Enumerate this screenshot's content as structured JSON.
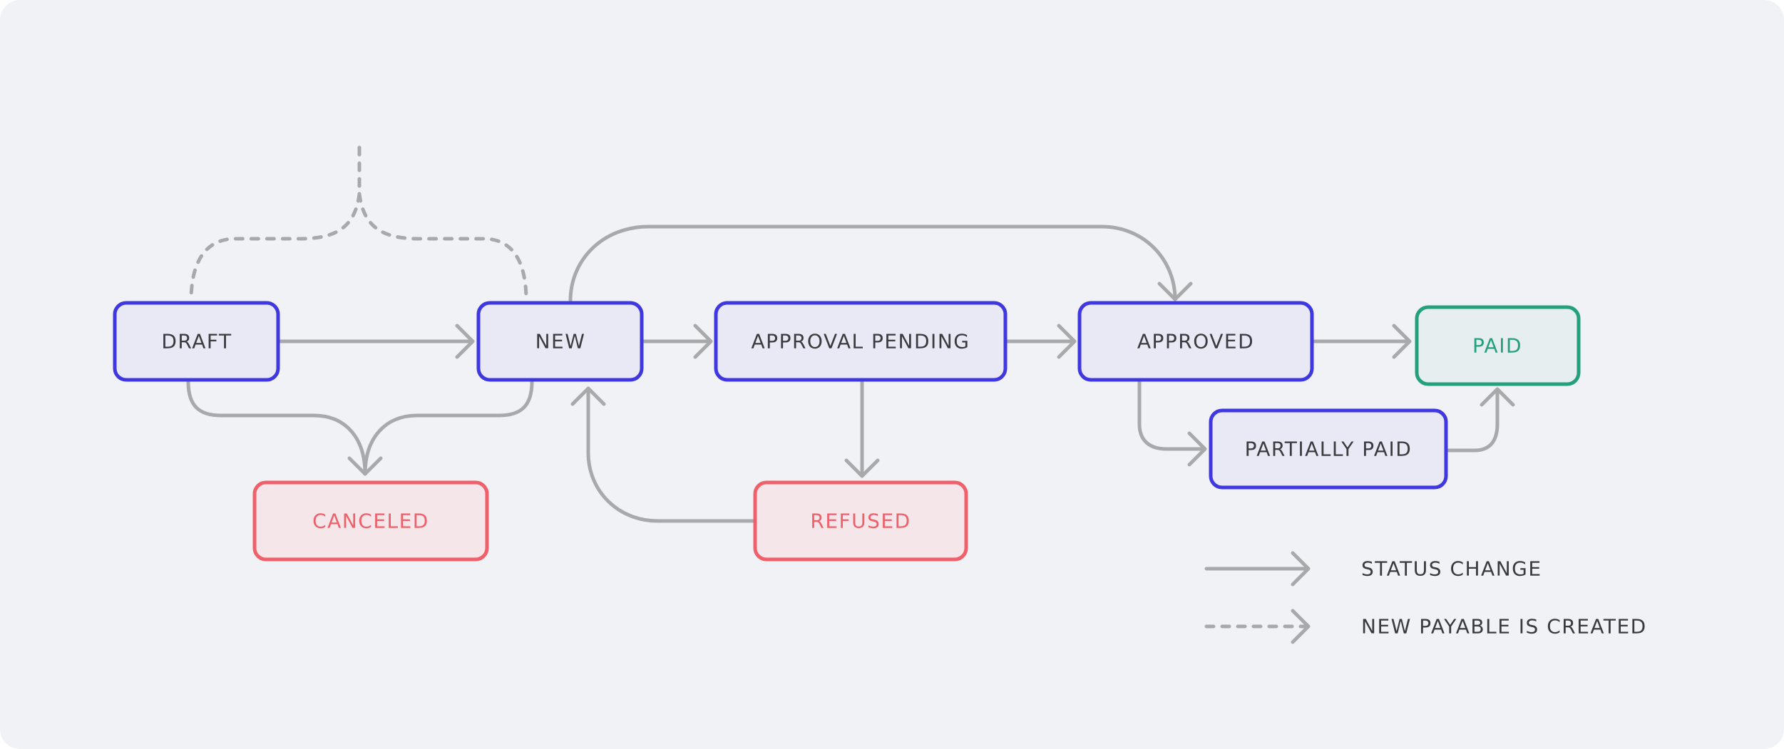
{
  "diagram": {
    "nodes": {
      "draft": "DRAFT",
      "new": "NEW",
      "approval_pending": "APPROVAL PENDING",
      "approved": "APPROVED",
      "paid": "PAID",
      "partially_paid": "PARTIALLY PAID",
      "canceled": "CANCELED",
      "refused": "REFUSED"
    },
    "legend": {
      "status_change": "STATUS CHANGE",
      "new_payable": "NEW PAYABLE IS CREATED"
    }
  },
  "colors": {
    "background": "#f1f2f6",
    "active_border": "#3f37e0",
    "active_fill": "#e8e9f4",
    "error_border": "#f0606a",
    "error_fill": "#f5e6ea",
    "success_border": "#24a07c",
    "success_fill": "#e6eef0",
    "arrow": "#a9a9ab",
    "text_dark": "#3a3a3f"
  }
}
